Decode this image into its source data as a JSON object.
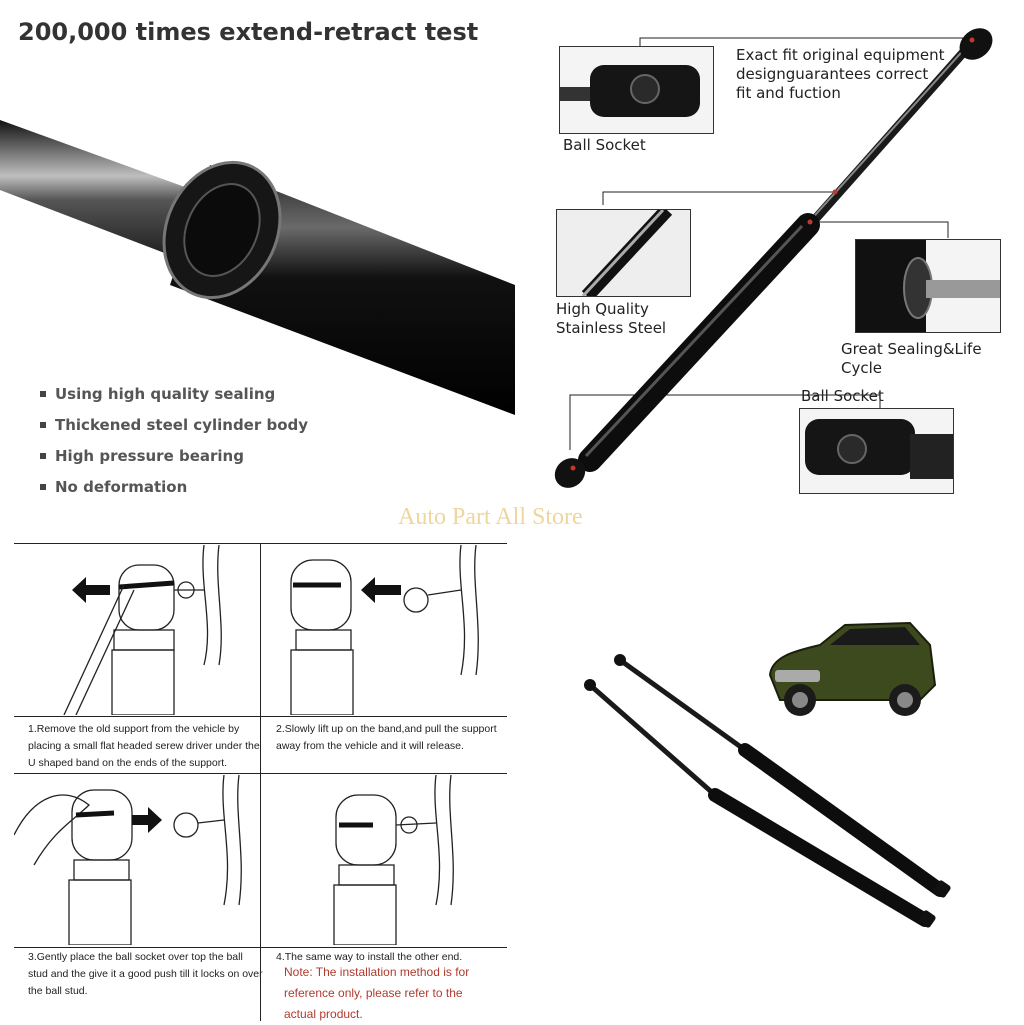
{
  "heading": "200,000 times extend-retract test",
  "features": [
    "Using high quality sealing",
    "Thickened steel cylinder body",
    "High pressure bearing",
    "No deformation"
  ],
  "callouts": {
    "exact_fit": [
      "Exact fit original equipment",
      "designguarantees correct",
      "fit and fuction"
    ],
    "ball_socket_top": "Ball Socket",
    "steel": [
      "High Quality",
      "Stainless Steel"
    ],
    "sealing": "Great Sealing&Life Cycle",
    "ball_socket_bottom": "Ball Socket"
  },
  "watermark": "Auto Part All Store",
  "steps": [
    [
      "1.Remove the old support from the vehicle by",
      "placing a small flat headed serew driver under the",
      "U shaped band on the ends of the support."
    ],
    [
      "2.Slowly lift up on the band,and pull the support",
      "away from the vehicle and it will release."
    ],
    [
      "3.Gently place the ball socket over top the ball",
      "stud and the give it a good push till it locks on over",
      "the ball stud."
    ],
    [
      "4.The same way to install the other end."
    ]
  ],
  "note": [
    "Note: The installation method is for",
    "reference only, please refer to the",
    "actual product."
  ],
  "colors": {
    "accent_red": "#b03a2e",
    "watermark": "#e9c97c",
    "car_body": "#3d4a1e"
  }
}
